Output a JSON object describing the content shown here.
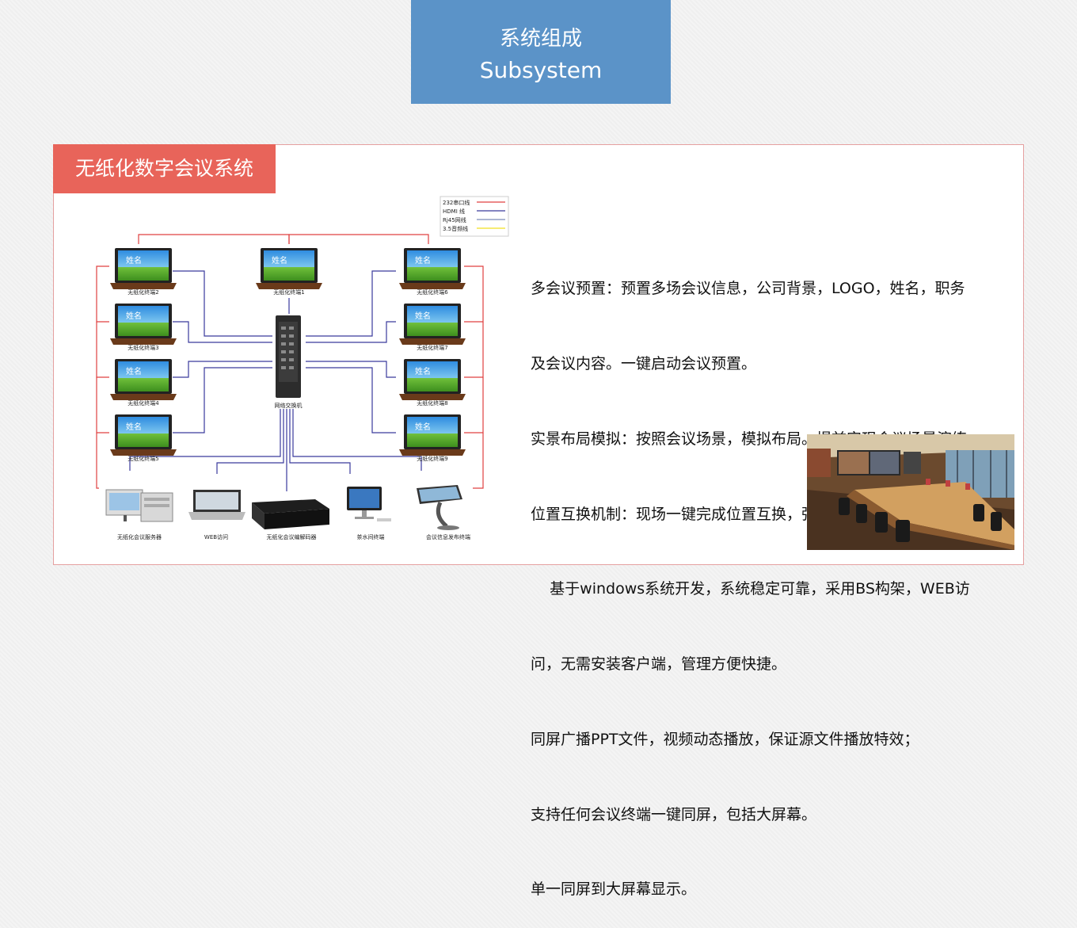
{
  "header": {
    "title_zh": "系统组成",
    "title_en": "Subsystem"
  },
  "section": {
    "title": "无纸化数字会议系统"
  },
  "legend": [
    "232串口线",
    "HDMI 线",
    "Rj45网线",
    "3.5音频线"
  ],
  "colors": {
    "rs232": "#e04040",
    "hdmi": "#3a3a9c",
    "rj45": "#7a8ab8",
    "audio": "#f0e020",
    "header_bg": "#5b93c8",
    "section_bg": "#e8645a"
  },
  "screen_label": "姓名",
  "switch_label": "网络交换机",
  "terminals": [
    "无纸化终端1",
    "无纸化终端2",
    "无纸化终端3",
    "无纸化终端4",
    "无纸化终端5",
    "无纸化终端6",
    "无纸化终端7",
    "无纸化终端8",
    "无纸化终端9"
  ],
  "devices": [
    "无纸化会议服务器",
    "WEB访问",
    "无纸化会议编解码器",
    "茶水间终端",
    "会议信息发布终端"
  ],
  "description": [
    "多会议预置：预置多场会议信息，公司背景，LOGO，姓名，职务",
    "及会议内容。一键启动会议预置。",
    "实景布局模拟：按照会议场景，模拟布局。提前实现会议场景演练。",
    "位置互换机制：现场一键完成位置互换，弥补位置临时快速互换。",
    "    基于windows系统开发，系统稳定可靠，采用BS构架，WEB访",
    "问，无需安装客户端，管理方便快捷。",
    "同屏广播PPT文件，视频动态播放，保证源文件播放特效；",
    "支持任何会议终端一键同屏，包括大屏幕。",
    "单一同屏到大屏幕显示。"
  ]
}
